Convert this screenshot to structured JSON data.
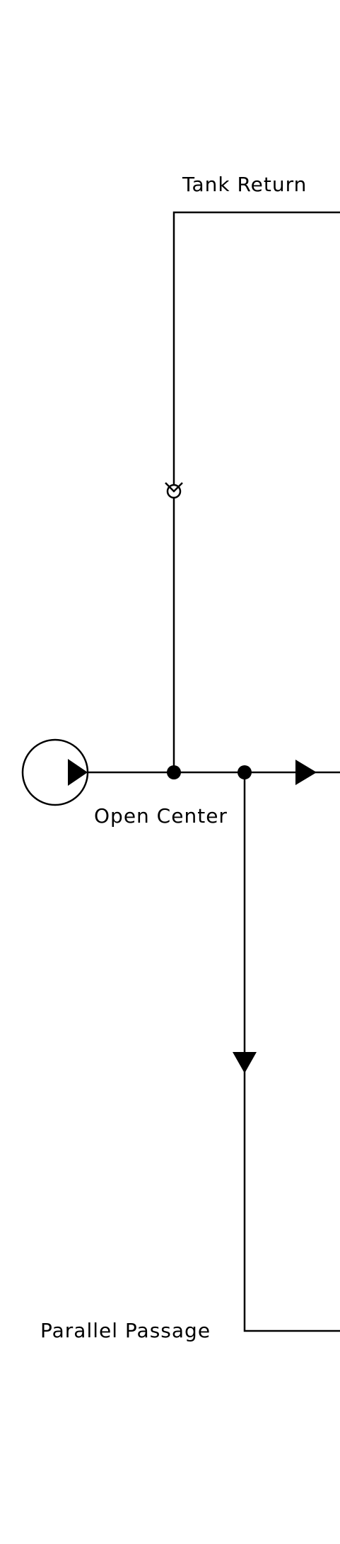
{
  "diagram": {
    "labels": {
      "tank_return": "Tank Return",
      "open_center": "Open Center",
      "parallel_passage": "Parallel Passage"
    },
    "colors": {
      "stroke": "#000000",
      "background": "#ffffff",
      "fill": "#000000"
    },
    "icons": {
      "pump": "pump-icon",
      "check_valve": "check-valve-icon",
      "flow_arrow": "flow-arrow-icon",
      "junction": "junction-dot-icon"
    }
  }
}
